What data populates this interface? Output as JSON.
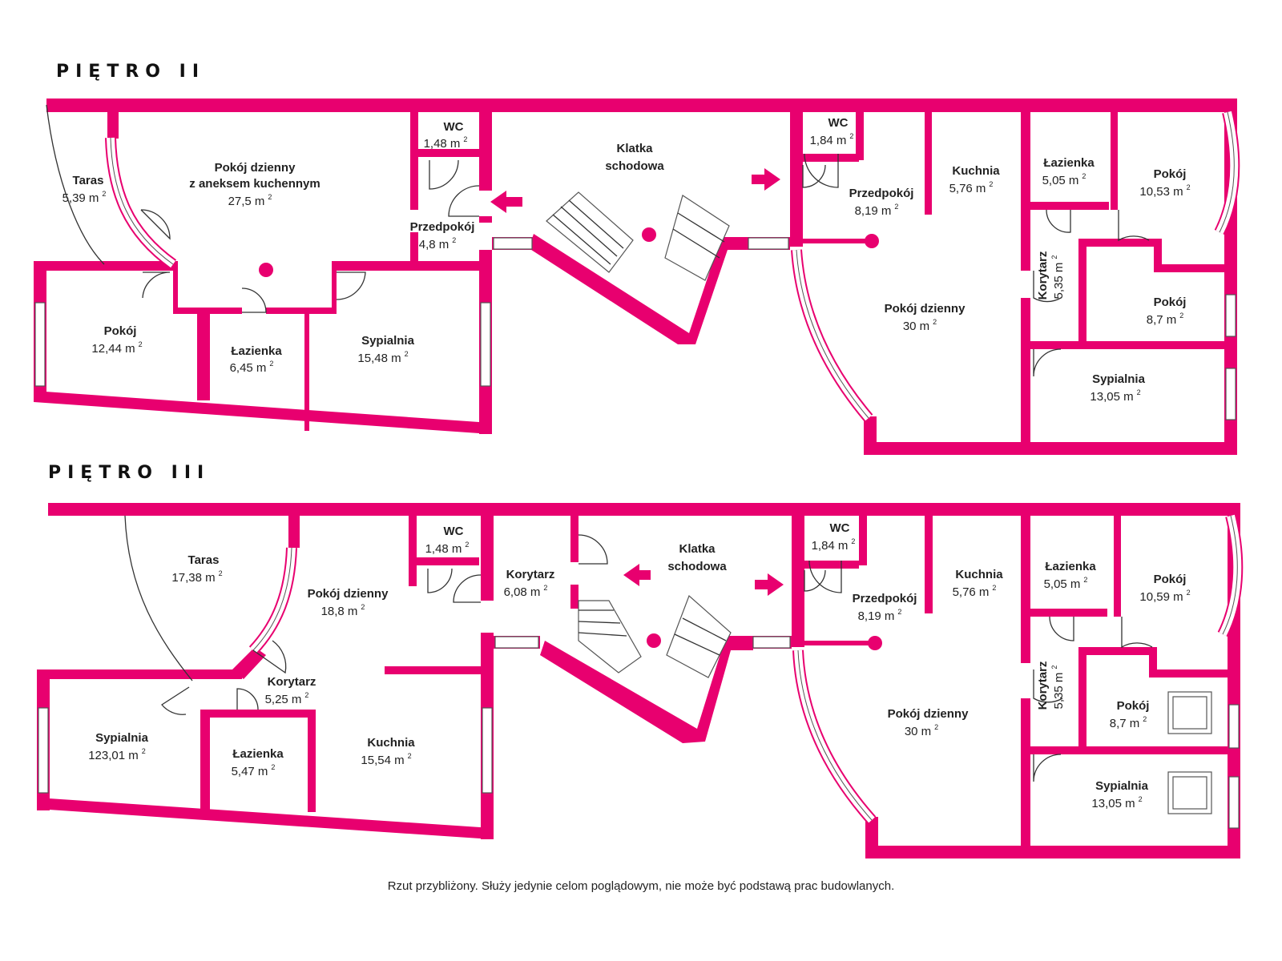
{
  "floors": [
    {
      "title": "PIĘTRO II",
      "rooms": [
        {
          "name": "Taras",
          "area": "5,39 m"
        },
        {
          "name": "Pokój dzienny",
          "name2": "z aneksem kuchennym",
          "area": "27,5 m"
        },
        {
          "name": "WC",
          "area": "1,48 m"
        },
        {
          "name": "Klatka",
          "name2": "schodowa",
          "area": ""
        },
        {
          "name": "Przedpokój",
          "area": "4,8 m"
        },
        {
          "name": "Pokój",
          "area": "12,44 m"
        },
        {
          "name": "Łazienka",
          "area": "6,45 m"
        },
        {
          "name": "Sypialnia",
          "area": "15,48 m"
        },
        {
          "name": "WC",
          "area": "1,84 m"
        },
        {
          "name": "Przedpokój",
          "area": "8,19 m"
        },
        {
          "name": "Kuchnia",
          "area": "5,76 m"
        },
        {
          "name": "Łazienka",
          "area": "5,05 m"
        },
        {
          "name": "Pokój",
          "area": "10,53 m"
        },
        {
          "name": "Korytarz",
          "area": "5,35 m"
        },
        {
          "name": "Pokój",
          "area": "8,7 m"
        },
        {
          "name": "Pokój dzienny",
          "area": "30 m"
        },
        {
          "name": "Sypialnia",
          "area": "13,05 m"
        }
      ]
    },
    {
      "title": "PIĘTRO III",
      "rooms": [
        {
          "name": "Taras",
          "area": "17,38 m"
        },
        {
          "name": "WC",
          "area": "1,48 m"
        },
        {
          "name": "Pokój dzienny",
          "area": "18,8 m"
        },
        {
          "name": "Korytarz",
          "area": "6,08 m"
        },
        {
          "name": "Klatka",
          "name2": "schodowa",
          "area": ""
        },
        {
          "name": "Korytarz",
          "area": "5,25 m"
        },
        {
          "name": "Sypialnia",
          "area": "123,01 m"
        },
        {
          "name": "Łazienka",
          "area": "5,47 m"
        },
        {
          "name": "Kuchnia",
          "area": "15,54 m"
        },
        {
          "name": "WC",
          "area": "1,84 m"
        },
        {
          "name": "Przedpokój",
          "area": "8,19 m"
        },
        {
          "name": "Kuchnia",
          "area": "5,76 m"
        },
        {
          "name": "Łazienka",
          "area": "5,05 m"
        },
        {
          "name": "Pokój",
          "area": "10,59 m"
        },
        {
          "name": "Korytarz",
          "area": "5,35 m"
        },
        {
          "name": "Pokój",
          "area": "8,7 m"
        },
        {
          "name": "Pokój dzienny",
          "area": "30 m"
        },
        {
          "name": "Sypialnia",
          "area": "13,05 m"
        }
      ]
    }
  ],
  "unit_superscript": "2",
  "footer_note": "Rzut przybliżony. Służy jedynie celom poglądowym, nie może być podstawą prac budowlanych.",
  "colors": {
    "wall": "#e8006f",
    "line": "#333333",
    "background": "#ffffff"
  }
}
